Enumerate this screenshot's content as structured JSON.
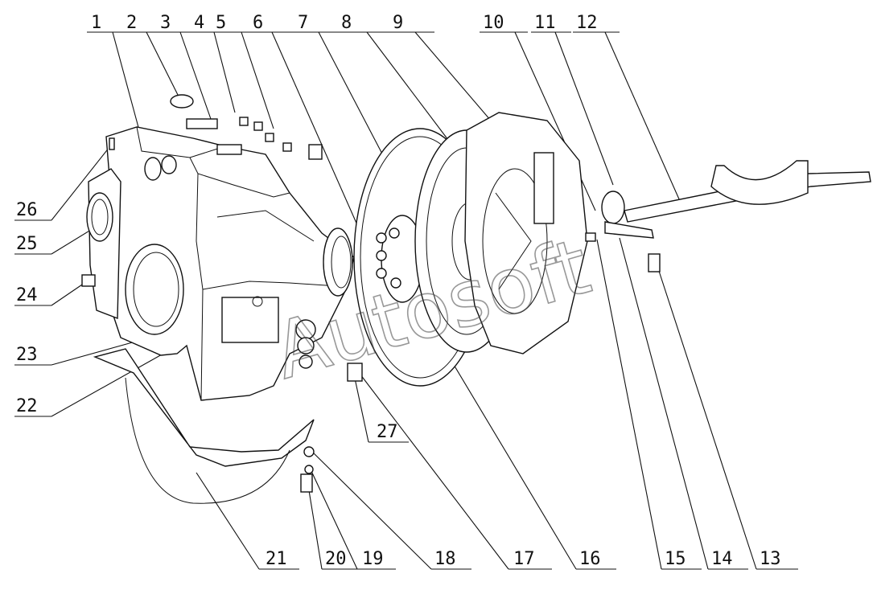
{
  "diagram": {
    "callouts_top": [
      "1",
      "2",
      "3",
      "4",
      "5",
      "6",
      "7",
      "8",
      "9",
      "10",
      "11",
      "12"
    ],
    "callouts_right": [
      "13",
      "14",
      "15",
      "16",
      "17",
      "18",
      "19",
      "20",
      "21"
    ],
    "callouts_left": [
      "22",
      "23",
      "24",
      "25",
      "26"
    ],
    "callout_27": "27",
    "watermark": "Autosoft"
  }
}
